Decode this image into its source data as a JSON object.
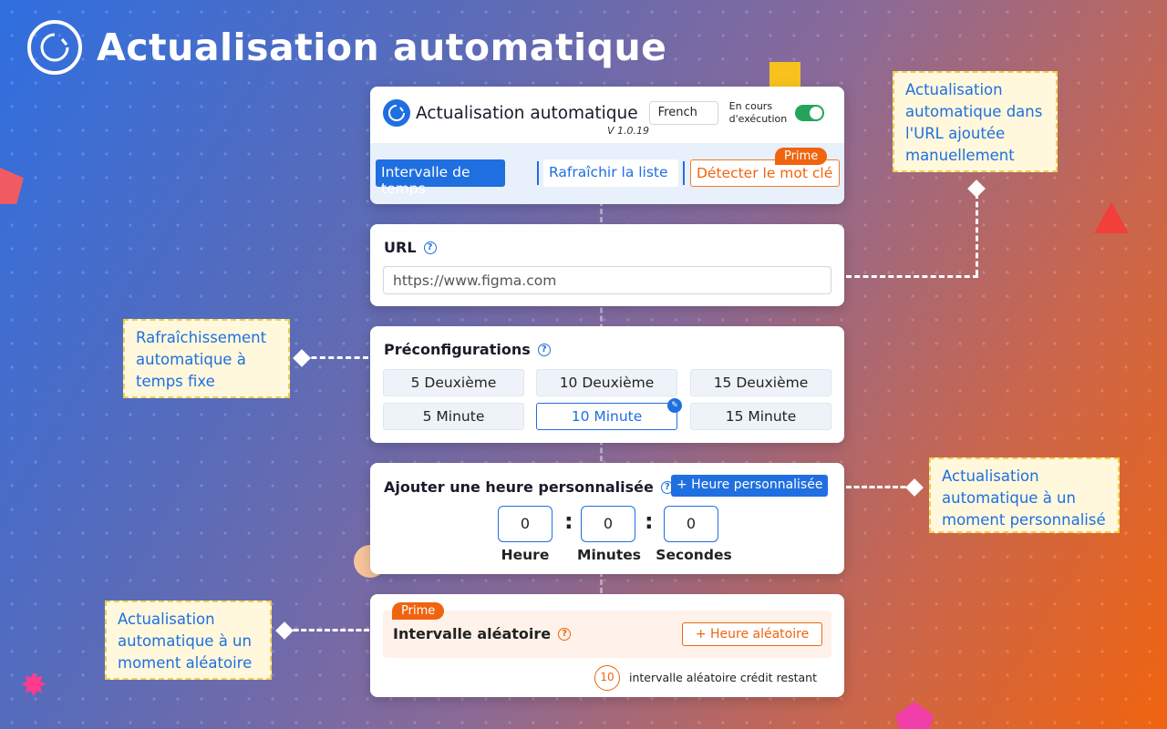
{
  "hero": {
    "title": "Actualisation automatique",
    "icon": "refresh-icon"
  },
  "app": {
    "title": "Actualisation automatique",
    "version": "V 1.0.19",
    "language": "French",
    "status_label": "En cours d'exécution",
    "status_on": true
  },
  "tabs": [
    {
      "label": "Intervalle de temps",
      "active": true
    },
    {
      "label": "Rafraîchir la liste",
      "active": false
    },
    {
      "label": "Détecter le mot clé",
      "active": false,
      "badge": "Prime"
    }
  ],
  "url_section": {
    "title": "URL",
    "value": "https://www.figma.com"
  },
  "presets_section": {
    "title": "Préconfigurations",
    "items": [
      {
        "label": "5 Deuxième",
        "active": false
      },
      {
        "label": "10 Deuxième",
        "active": false
      },
      {
        "label": "15 Deuxième",
        "active": false
      },
      {
        "label": "5 Minute",
        "active": false
      },
      {
        "label": "10 Minute",
        "active": true
      },
      {
        "label": "15 Minute",
        "active": false
      }
    ]
  },
  "custom_section": {
    "title": "Ajouter une heure personnalisée",
    "button": "+ Heure personnalisée",
    "fields": [
      {
        "value": "0",
        "label": "Heure"
      },
      {
        "value": "0",
        "label": "Minutes"
      },
      {
        "value": "0",
        "label": "Secondes"
      }
    ]
  },
  "random_section": {
    "badge": "Prime",
    "title": "Intervalle aléatoire",
    "button": "+ Heure aléatoire",
    "credits": "10",
    "credits_text": "intervalle aléatoire crédit restant"
  },
  "notes": [
    "Actualisation automatique dans l'URL ajoutée manuellement",
    "Rafraîchissement automatique à temps fixe",
    "Actualisation automatique à un moment personnalisé",
    "Actualisation automatique à un moment aléatoire"
  ],
  "colors": {
    "primary": "#1f6fe0",
    "accent": "#f0640f",
    "toggle_on": "#23a45a",
    "note_bg": "#fff8dc"
  }
}
